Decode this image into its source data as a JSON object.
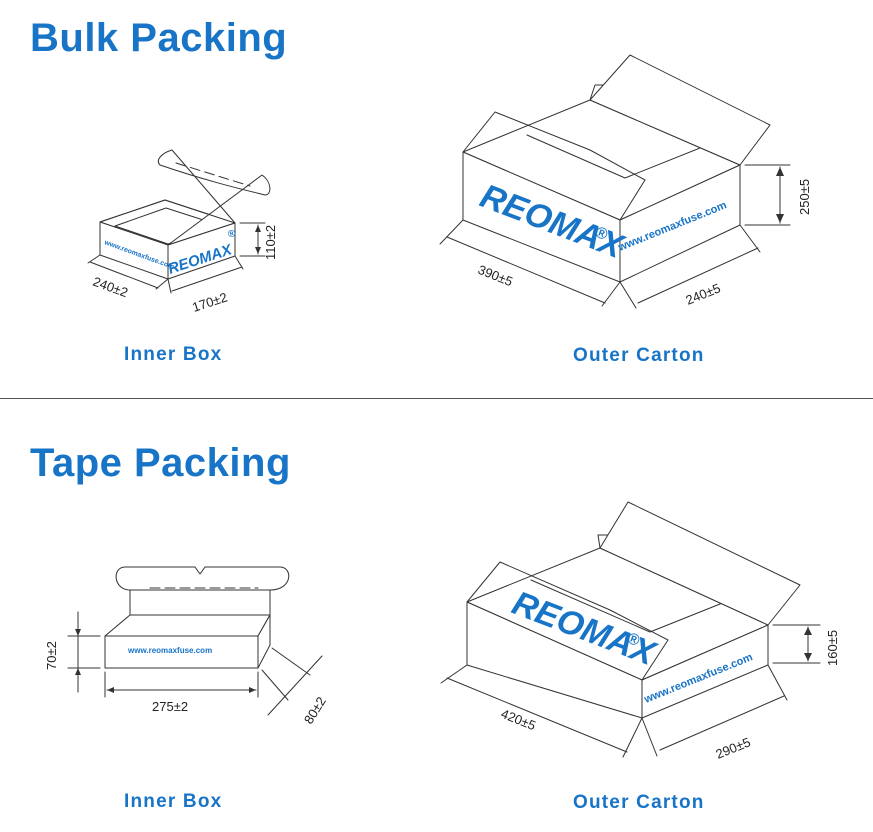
{
  "sections": {
    "bulk": {
      "title": "Bulk Packing"
    },
    "tape": {
      "title": "Tape Packing"
    }
  },
  "brand": {
    "name": "REOMAX",
    "mark": "®",
    "url": "www.reomaxfuse.com",
    "color": "#1874c7"
  },
  "bulk_inner_box": {
    "caption": "Inner Box",
    "length": "240±2",
    "width": "170±2",
    "height": "110±2"
  },
  "bulk_outer_carton": {
    "caption": "Outer Carton",
    "length": "390±5",
    "width": "240±5",
    "height": "250±5"
  },
  "tape_inner_box": {
    "caption": "Inner Box",
    "length": "275±2",
    "width": "80±2",
    "height": "70±2"
  },
  "tape_outer_carton": {
    "caption": "Outer Carton",
    "length": "420±5",
    "width": "290±5",
    "height": "160±5"
  }
}
